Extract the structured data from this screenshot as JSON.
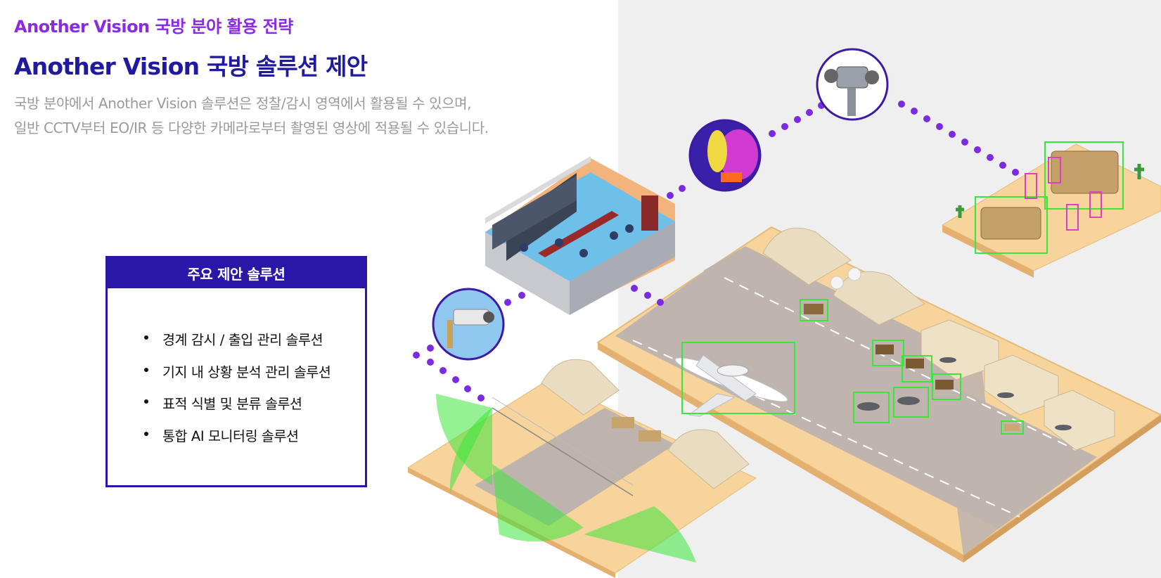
{
  "header": {
    "eyebrow": "Another Vision 국방 분야 활용 전략",
    "title": "Another Vision 국방 솔루션 제안",
    "description": [
      "국방 분야에서 Another Vision 솔루션은 정찰/감시 영역에서 활용될 수 있으며,",
      "일반 CCTV부터 EO/IR 등 다양한 카메라로부터 촬영된 영상에 적용될 수 있습니다."
    ]
  },
  "solutions": {
    "heading": "주요 제안 솔루션",
    "items": [
      "경계 감시 / 출입 관리 솔루션",
      "기지 내 상황 분석 관리 솔루션",
      "표적 식별 및 분류 솔루션",
      "통합 AI 모니터링 솔루션"
    ]
  },
  "illustration": {
    "icons": [
      "cctv-camera-icon",
      "control-room-icon",
      "thermal-image-icon",
      "eo-ir-camera-icon"
    ],
    "colors": {
      "accent_purple": "#8a2be2",
      "title_navy": "#1f1a9e",
      "box_navy": "#2a17a8",
      "dot_purple": "#7b2be0",
      "detect_green": "#39e639",
      "detect_magenta": "#e040c0",
      "sand": "#f6d39a",
      "runway": "#bfb3ad"
    }
  }
}
